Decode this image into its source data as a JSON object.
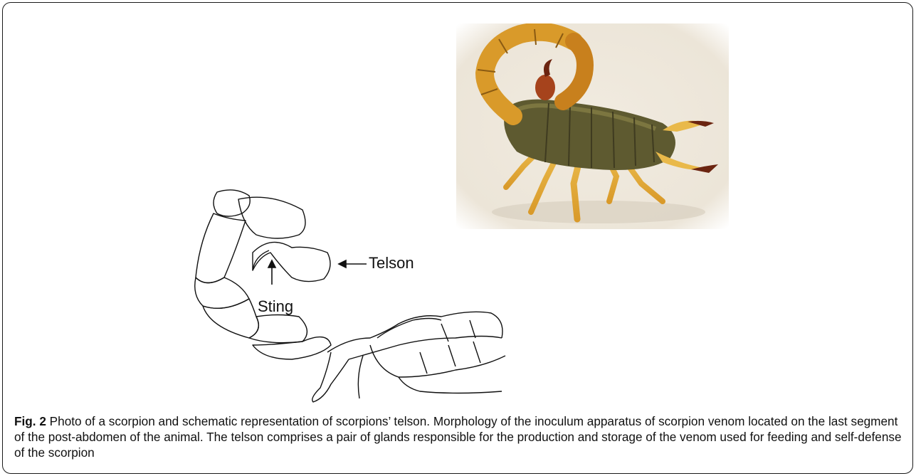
{
  "figure": {
    "labels": {
      "telson": "Telson",
      "sting": "Sting"
    },
    "caption": {
      "figure_number": "Fig. 2",
      "text": "Photo of a scorpion and schematic representation of scorpions’ telson. Morphology of the inoculum apparatus of scorpion venom located on the last segment of the post-abdomen of the animal. The telson comprises a pair of glands responsible for the production and storage of the venom used for feeding and self-defense of the scorpion"
    }
  }
}
